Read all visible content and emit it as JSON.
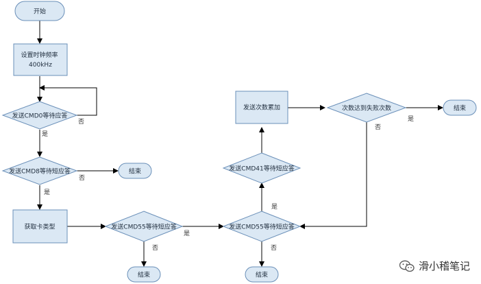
{
  "diagram": {
    "nodes": {
      "start": "开始",
      "set_clock": [
        "设置时钟频率",
        "400kHz"
      ],
      "cmd0": "发送CMD0等待应答",
      "cmd8": "发送CMD8等待短应答",
      "end_cmd8": "结束",
      "get_card_type": "获取卡类型",
      "cmd55_left": "发送CMD55等待短应答",
      "end_cmd55": "结束",
      "cmd55_right": "发送CMD55等待短应答",
      "end_bottom": "结束",
      "cmd41": "发送CMD41等待短应答",
      "count_inc": "发送次数累加",
      "count_check": "次数达到失败次数",
      "end_right": "结束"
    },
    "edge_labels": {
      "yes": "是",
      "no": "否"
    }
  },
  "watermark": {
    "icon": "wechat-icon",
    "text": "滑小稽笔记"
  },
  "colors": {
    "node_fill": "#dbe8f4",
    "node_stroke": "#6a8fb8",
    "edge": "#000000"
  }
}
